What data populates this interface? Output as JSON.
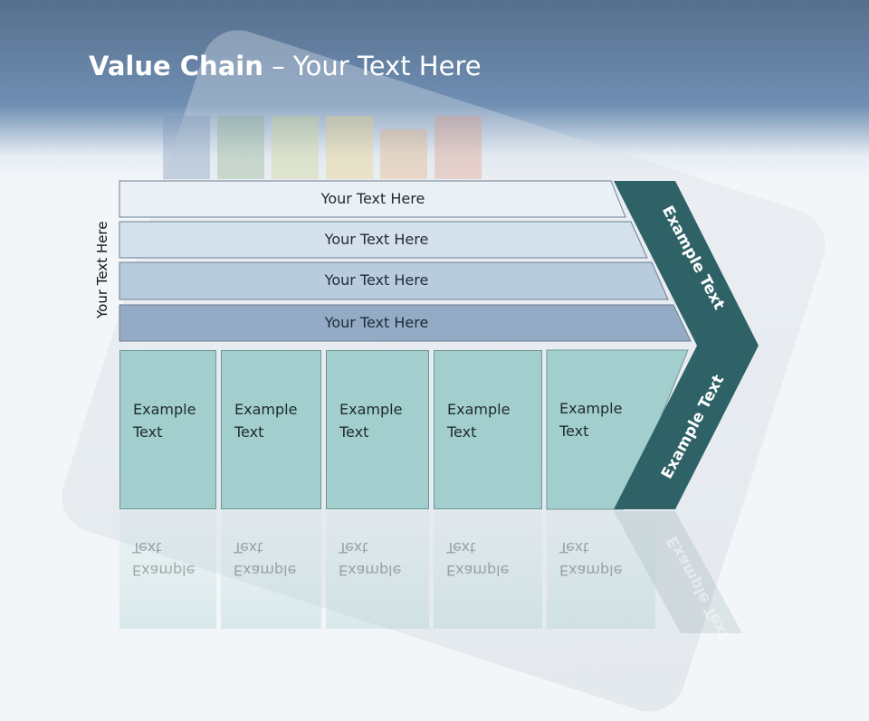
{
  "title": {
    "bold": "Value Chain",
    "rest": " – Your Text Here"
  },
  "side_label": "Your Text Here",
  "bands": [
    {
      "label": "Your Text Here",
      "color": "#eaf0f5"
    },
    {
      "label": "Your Text Here",
      "color": "#d4e0eb"
    },
    {
      "label": "Your Text Here",
      "color": "#b9ccde"
    },
    {
      "label": "Your Text Here",
      "color": "#93abc5"
    }
  ],
  "boxes": [
    {
      "line1": "Example",
      "line2": "Text"
    },
    {
      "line1": "Example",
      "line2": "Text"
    },
    {
      "line1": "Example",
      "line2": "Text"
    },
    {
      "line1": "Example",
      "line2": "Text"
    },
    {
      "line1": "Example",
      "line2": "Text"
    }
  ],
  "chevron": {
    "upper_label": "Example Text",
    "lower_label": "Example Text",
    "color": "#2f6266"
  }
}
